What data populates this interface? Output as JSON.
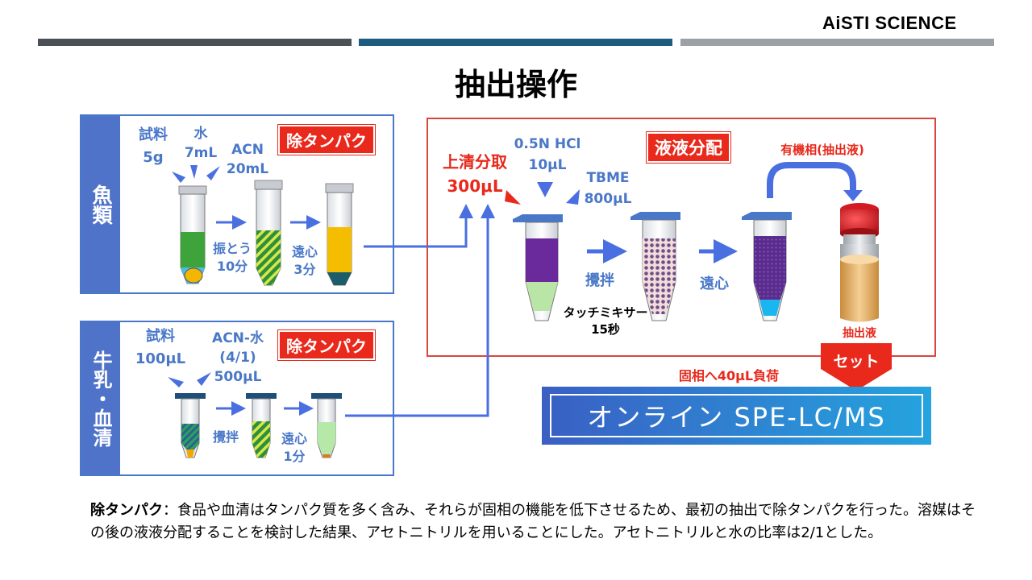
{
  "brand": "AiSTI SCIENCE",
  "title": "抽出操作",
  "colors": {
    "blue": "#4a78c8",
    "red": "#e8291c",
    "dark_bar": "#4b5056",
    "teal_bar": "#1c5c7e",
    "gray_bar": "#9ba1a6"
  },
  "fish": {
    "tab": "魚類",
    "sample": "試料\n5g",
    "water": "水\n7mL",
    "acn": "ACN\n20mL",
    "deprotein": "除タンパク",
    "shake": "振とう\n10分",
    "centrifuge": "遠心\n3分"
  },
  "milk": {
    "tab": "牛乳・血清",
    "sample": "試料\n100μL",
    "acn_water": "ACN-水\n(4/1)\n500μL",
    "deprotein": "除タンパク",
    "stir": "攪拌",
    "centrifuge": "遠心\n1分"
  },
  "lle": {
    "title": "液液分配",
    "supernatant": "上清分取\n300μL",
    "hcl": "0.5N HCl\n10μL",
    "tbme": "TBME\n800μL",
    "stir": "攪拌",
    "mixer": "タッチミキサー\n15秒",
    "centrifuge": "遠心",
    "organic": "有機相(抽出液)",
    "extract": "抽出液",
    "set": "セット"
  },
  "load": "固相へ40μL負荷",
  "spe": "オンライン SPE-LC/MS",
  "note": {
    "term": "除タンパク",
    "text": "：食品や血清はタンパク質を多く含み、それらが固相の機能を低下させるため、最初の抽出で除タンパクを行った。溶媒はその後の液液分配することを検討した結果、アセトニトリルを用いることにした。アセトニトリルと水の比率は2/1とした。"
  }
}
